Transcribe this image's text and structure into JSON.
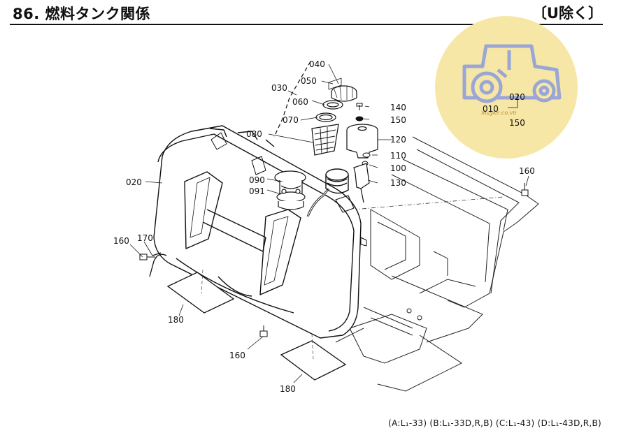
{
  "header": {
    "title": "86. 燃料タンク関係",
    "badge": "〔U除く〕"
  },
  "callouts": {
    "p010": "010",
    "p020_tank": "020",
    "p020_wm": "020",
    "p030": "030",
    "p040": "040",
    "p050": "050",
    "p060": "060",
    "p070": "070",
    "p080": "080",
    "p090": "090",
    "p091": "091",
    "p100": "100",
    "p110": "110",
    "p120": "120",
    "p130": "130",
    "p140": "140",
    "p150": "150",
    "p150_wm": "150",
    "p160_left": "160",
    "p160_right": "160",
    "p160_bottom": "160",
    "p170": "170",
    "p180_left": "180",
    "p180_bottom": "180"
  },
  "watermark": {
    "text": "mayke.co.vn",
    "circle_color": "#f7e7a6",
    "icon_color": "#9aa7d6"
  },
  "footnote": "(A:L₁-33) (B:L₁-33D,R,B) (C:L₁-43) (D:L₁-43D,R,B)"
}
